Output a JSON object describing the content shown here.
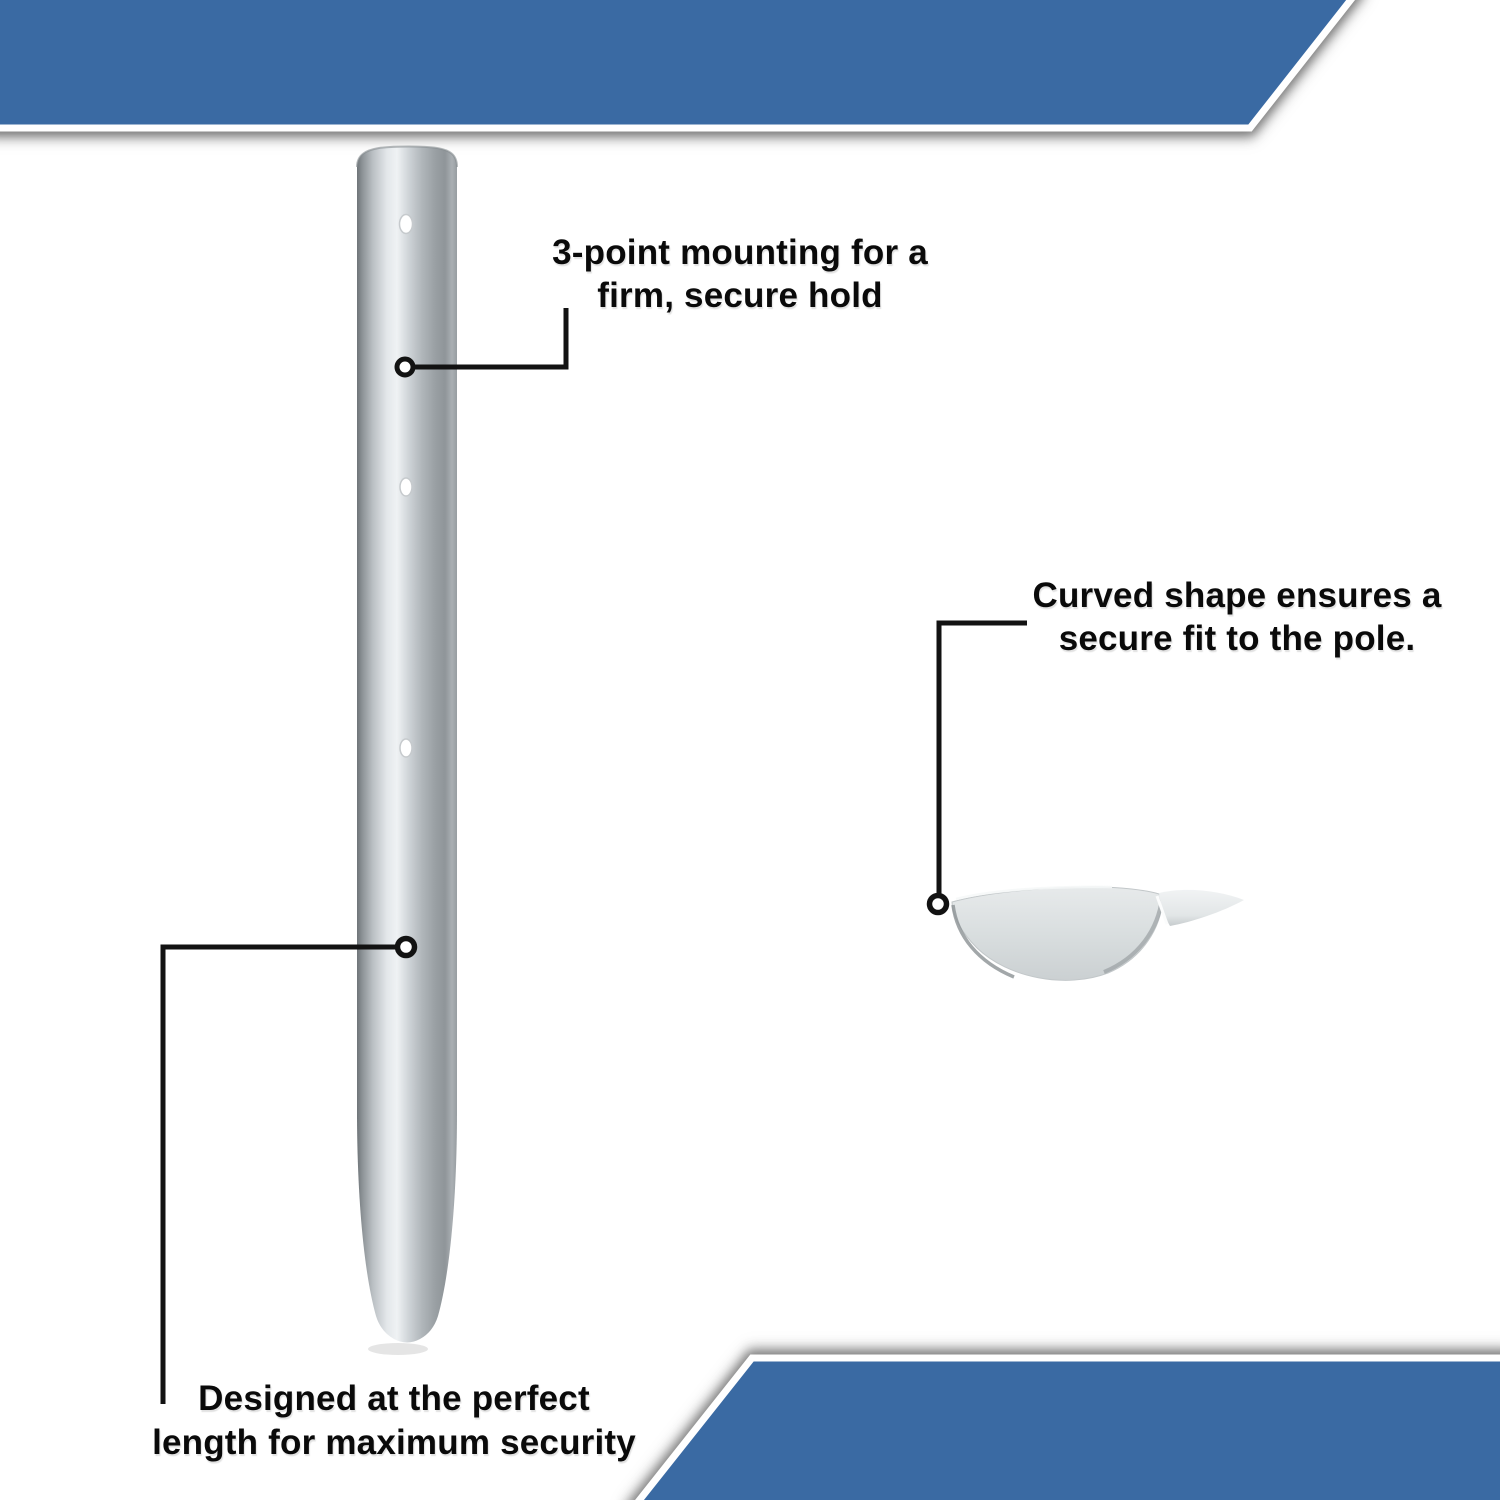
{
  "colors": {
    "banner_blue": "#3a6aa3",
    "background": "#ffffff",
    "callout_line": "#121212",
    "text_color": "#0a0a0a"
  },
  "callouts": {
    "mounting": {
      "line1": "3-point mounting for a",
      "line2": "firm, secure hold"
    },
    "curved": {
      "line1": "Curved shape ensures a",
      "line2": "secure fit to the pole."
    },
    "length": {
      "line1": "Designed at the perfect",
      "line2": "length for maximum security"
    }
  }
}
